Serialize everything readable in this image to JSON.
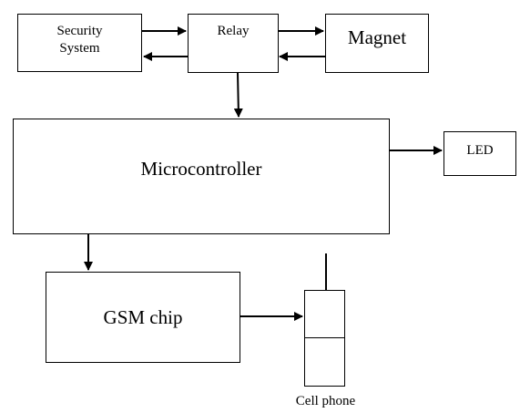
{
  "diagram": {
    "security_system": {
      "line1": "Security",
      "line2": "System"
    },
    "relay": "Relay",
    "magnet": "Magnet",
    "microcontroller": "Microcontroller",
    "led": "LED",
    "gsm_chip": "GSM chip",
    "cell_phone": "Cell phone"
  }
}
